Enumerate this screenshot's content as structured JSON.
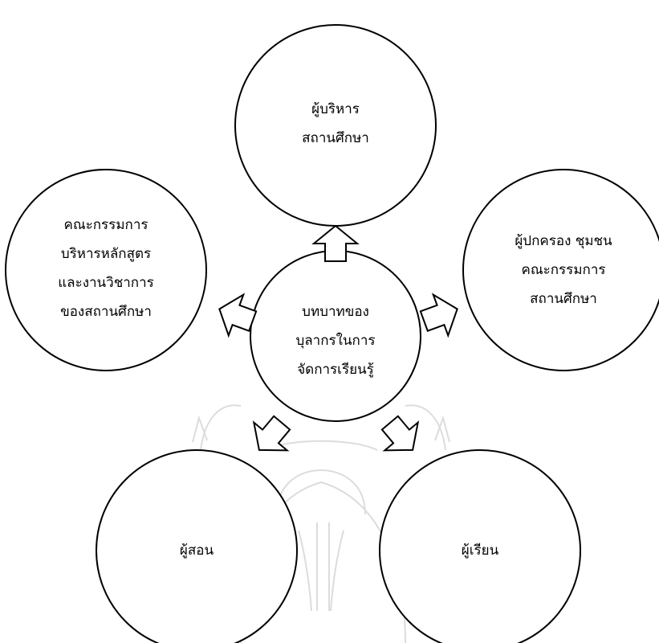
{
  "diagram": {
    "center": {
      "lines": [
        "บทบาทของ",
        "บุลากรในการ",
        "จัดการเรียนรู้"
      ]
    },
    "nodes": {
      "top": {
        "lines": [
          "ผู้บริหาร",
          "สถานศึกษา"
        ]
      },
      "left": {
        "lines": [
          "คณะกรรมการ",
          "บริหารหลักสูตร",
          "และงานวิชาการ",
          "ของสถานศึกษา"
        ]
      },
      "right": {
        "lines": [
          "ผู้ปกครอง ชุมชน",
          "คณะกรรมการ",
          "สถานศึกษา"
        ]
      },
      "bottom_left": {
        "lines": [
          "ผู้สอน"
        ]
      },
      "bottom_right": {
        "lines": [
          "ผู้เรียน"
        ]
      }
    },
    "colors": {
      "stroke": "#000000",
      "fill": "#ffffff",
      "watermark": "#d9d9d9"
    }
  }
}
